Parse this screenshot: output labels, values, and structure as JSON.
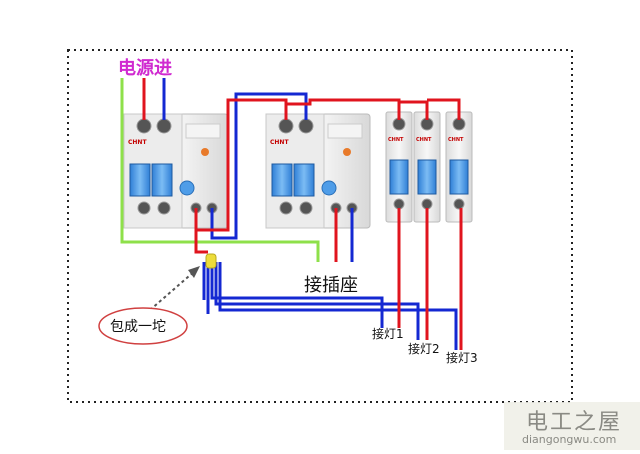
{
  "labels": {
    "power_in": "电源进",
    "socket": "接插座",
    "bundle": "包成一坨",
    "light_1": "接灯1",
    "light_2": "接灯2",
    "light_3": "接灯3"
  },
  "breakers": {
    "brand": "CHNT"
  },
  "watermark": {
    "title": "电工之屋",
    "url": "diangongwu.com"
  },
  "colors": {
    "live_wire": "#e0141e",
    "neutral_wire": "#1428d2",
    "earth_wire": "#8ee04a",
    "breaker_body": "#f2f2f2",
    "toggle_blue": "#4f9de8",
    "connector_yellow": "#ecdc3a"
  }
}
